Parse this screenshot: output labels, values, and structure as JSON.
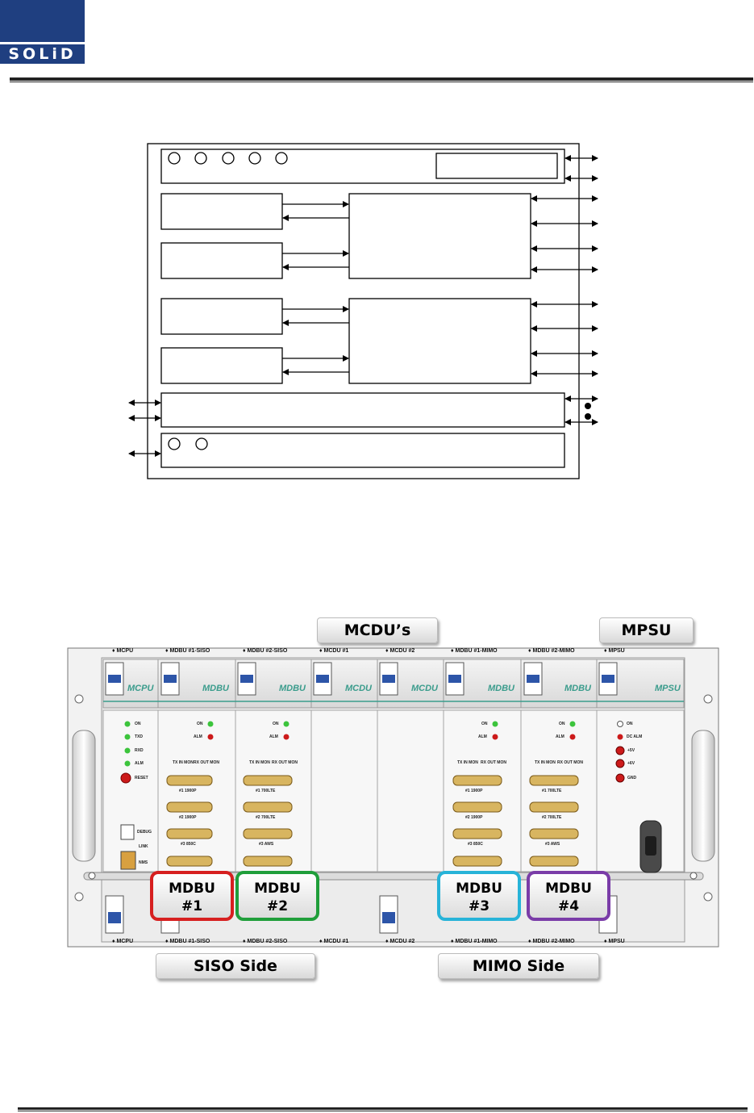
{
  "header": {
    "logo_text": "SOLiD"
  },
  "photo": {
    "tags": {
      "mcdu": "MCDU’s",
      "mpsu": "MPSU",
      "siso": "SISO Side",
      "mimo": "MIMO Side"
    },
    "badges": [
      {
        "line1": "MDBU",
        "line2": "#1",
        "color": "#d61f1f"
      },
      {
        "line1": "MDBU",
        "line2": "#2",
        "color": "#1f9e3a"
      },
      {
        "line1": "MDBU",
        "line2": "#3",
        "color": "#27b3d8"
      },
      {
        "line1": "MDBU",
        "line2": "#4",
        "color": "#7a3ca8"
      }
    ],
    "slots_top": [
      "♦ MCPU",
      "♦ MDBU #1-SISO",
      "♦ MDBU #2-SISO",
      "♦ MCDU #1",
      "♦ MCDU #2",
      "♦ MDBU #1-MIMO",
      "♦ MDBU #2-MIMO",
      "♦ MPSU"
    ],
    "slots_bottom": [
      "♦ MCPU",
      "♦ MDBU #1-SISO",
      "♦ MDBU #2-SISO",
      "♦ MCDU #1",
      "♦ MCDU #2",
      "♦ MDBU #1-MIMO",
      "♦ MDBU #2-MIMO",
      "♦ MPSU"
    ],
    "modules": [
      "MCPU",
      "MDBU",
      "MDBU",
      "MCDU",
      "MCDU",
      "MDBU",
      "MDBU",
      "MPSU"
    ],
    "mcpu_leds": [
      "ON",
      "TXD",
      "RXD",
      "ALM",
      "RESET"
    ],
    "mcpu_ports": [
      "DEBUG",
      "LINK",
      "NMS"
    ],
    "mdbu_status": [
      "ON",
      "ALM"
    ],
    "mon_labels": [
      "TX IN MON",
      "RX OUT MON"
    ],
    "mdbu_bands": [
      [
        "#1 1900P",
        "#2 1900P",
        "#3 850C"
      ],
      [
        "#1 700LTE",
        "#2 700LTE",
        "#3 AWS"
      ],
      [
        "#1 1900P",
        "#2 1900P",
        "#3 850C"
      ],
      [
        "#1 700LTE",
        "#2 700LTE",
        "#3 AWS"
      ]
    ],
    "mpsu_leds": [
      "ON",
      "DC ALM",
      "+5V",
      "+6V",
      "GND"
    ],
    "colors": {
      "led_green": "#3cc43c",
      "led_red": "#cc1a1a",
      "teal": "#3a9c8c"
    }
  }
}
